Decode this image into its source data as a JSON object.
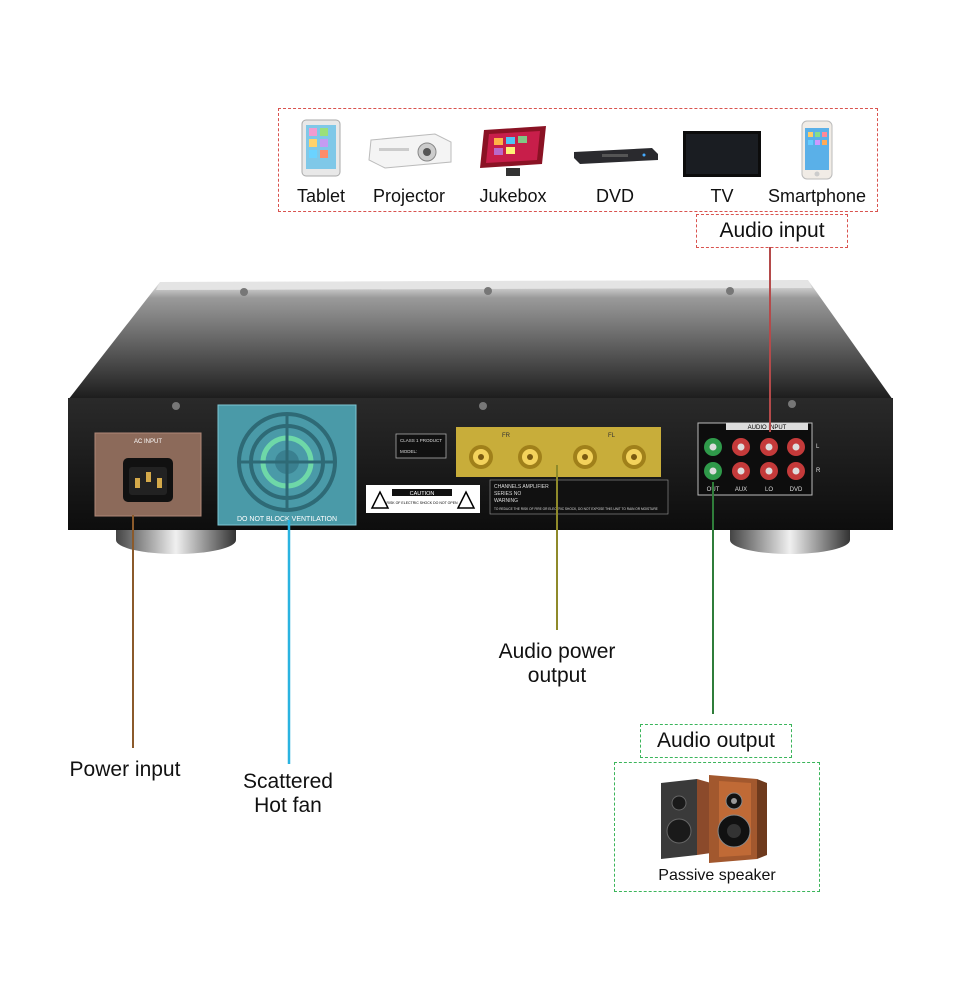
{
  "devices": [
    {
      "label": "Tablet",
      "icon": "tablet-icon"
    },
    {
      "label": "Projector",
      "icon": "projector-icon"
    },
    {
      "label": "Jukebox",
      "icon": "jukebox-icon"
    },
    {
      "label": "DVD",
      "icon": "dvd-player-icon"
    },
    {
      "label": "TV",
      "icon": "tv-icon"
    },
    {
      "label": "Smartphone",
      "icon": "smartphone-icon"
    }
  ],
  "callouts": {
    "audio_input": "Audio input",
    "power_input": "Power input",
    "fan_line1": "Scattered",
    "fan_line2": "Hot fan",
    "power_output_line1": "Audio power",
    "power_output_line2": "output",
    "audio_output": "Audio output",
    "passive_speaker": "Passive speaker"
  },
  "panel_text": {
    "ac_input": "AC INPUT",
    "ventilation": "DO NOT BLOCK VENTILATION",
    "class_product": "CLASS 1 PRODUCT",
    "model": "MODEL:",
    "caution": "CAUTION",
    "caution_sub": "RISK OF ELECTRIC SHOCK DO NOT OPEN",
    "fr": "FR",
    "fl": "FL",
    "channels_amplifier": "CHANNELS AMPLIFIER",
    "series_no": "SERIES NO",
    "warning": "WARNING",
    "warning_text": "TO REDUCE THE RISK OF FIRE OR ELECTRIC SHOCK, DO NOT EXPOSE THIS UNIT TO RAIN OR MOISTURE",
    "audio_input_panel": "AUDIO INPUT",
    "l": "L",
    "r": "R",
    "out": "OUT",
    "aux": "AUX",
    "lo": "LO",
    "dvd": "DVD"
  },
  "colors": {
    "input_box": "#d9534f",
    "output_box": "#3bb55b",
    "power_line": "#8b5a2b",
    "fan_line": "#2ab3e0",
    "power_output_line": "#8f8a2a",
    "audio_input_line": "#b44a4a",
    "audio_output_line": "#2f7d3a"
  }
}
